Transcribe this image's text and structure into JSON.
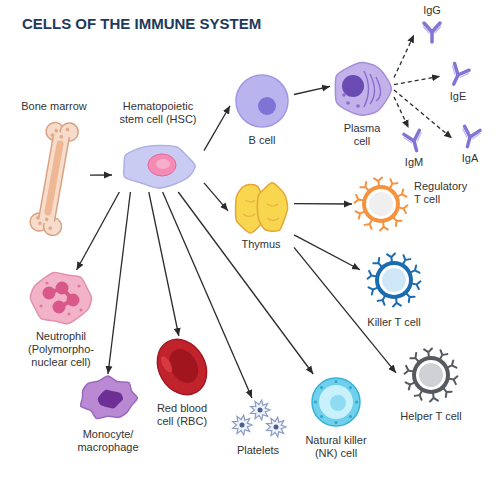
{
  "diagram": {
    "title": "CELLS OF THE IMMUNE SYSTEM",
    "nodes": [
      {
        "text": [
          "Bone marrow"
        ]
      },
      {
        "text": [
          "Hematopoietic stem cell (HSC)"
        ]
      },
      {
        "text": [
          "B cell"
        ]
      },
      {
        "text": [
          "Plasma cell"
        ]
      },
      {
        "text": [
          "IgG"
        ]
      },
      {
        "text": [
          "IgE"
        ]
      },
      {
        "text": [
          "IgM"
        ]
      },
      {
        "text": [
          "IgA"
        ]
      },
      {
        "text": [
          "Thymus"
        ]
      },
      {
        "text": [
          "Regulatory T cell"
        ]
      },
      {
        "text": [
          "Killer T cell"
        ]
      },
      {
        "text": [
          "Helper T cell"
        ]
      },
      {
        "text": [
          "Neutrophil (Polymorpho- nuclear cell)"
        ]
      },
      {
        "text": [
          "Monocyte/ macrophage"
        ]
      },
      {
        "text": [
          "Red blood cell (RBC)"
        ]
      },
      {
        "text": [
          "Platelets"
        ]
      },
      {
        "text": [
          "Natural killer (NK) cell"
        ]
      }
    ],
    "edges": [
      {
        "from": 0,
        "to": 1,
        "arrow": "to"
      },
      {
        "from": 1,
        "to": 2,
        "arrow": "to"
      },
      {
        "from": 2,
        "to": 3,
        "arrow": "to"
      },
      {
        "from": 3,
        "to": 4,
        "arrow": "to"
      },
      {
        "from": 3,
        "to": 5,
        "arrow": "to"
      },
      {
        "from": 3,
        "to": 6,
        "arrow": "to"
      },
      {
        "from": 3,
        "to": 7,
        "arrow": "to"
      },
      {
        "from": 1,
        "to": 8,
        "arrow": "to"
      },
      {
        "from": 8,
        "to": 9,
        "arrow": "to"
      },
      {
        "from": 8,
        "to": 10,
        "arrow": "to"
      },
      {
        "from": 8,
        "to": 11,
        "arrow": "to"
      },
      {
        "from": 1,
        "to": 12,
        "arrow": "to"
      },
      {
        "from": 1,
        "to": 13,
        "arrow": "to"
      },
      {
        "from": 1,
        "to": 14,
        "arrow": "to"
      },
      {
        "from": 1,
        "to": 15,
        "arrow": "to"
      },
      {
        "from": 1,
        "to": 16,
        "arrow": "to"
      }
    ]
  }
}
